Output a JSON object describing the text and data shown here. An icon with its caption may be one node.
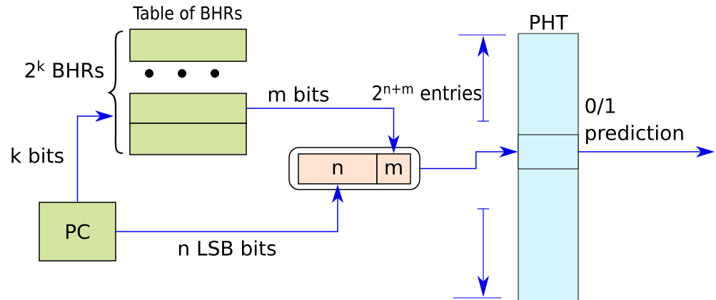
{
  "diagram": {
    "nodes": [
      {
        "text": [],
        "shape": "box"
      },
      {
        "text": [],
        "shape": "box"
      },
      {
        "text": [],
        "shape": "box"
      },
      {
        "text": [
          "PC"
        ]
      },
      {
        "text": [],
        "shape": "box"
      },
      {
        "text": [
          "n"
        ],
        "in": 4
      },
      {
        "text": [
          "m"
        ],
        "in": 4
      },
      {
        "text": [
          "PHT"
        ]
      },
      {
        "text": [],
        "shape": "box",
        "in": 7
      }
    ],
    "edges": [
      {
        "from": 3,
        "to": 1,
        "arrow": "to",
        "label": "k bits"
      },
      {
        "from": 1,
        "to": 6,
        "arrow": "to",
        "label": "m bits"
      },
      {
        "from": 3,
        "to": 5,
        "arrow": "to",
        "label": "n LSB bits"
      },
      {
        "from": 4,
        "to": 8,
        "arrow": "to"
      },
      {
        "from": 8,
        "to": null,
        "arrow": "to",
        "label": "0/1 prediction"
      }
    ],
    "labels": [
      "Table of BHRs",
      "2$^{k}$ BHRs",
      "2$^{n+m}$ entries"
    ]
  }
}
